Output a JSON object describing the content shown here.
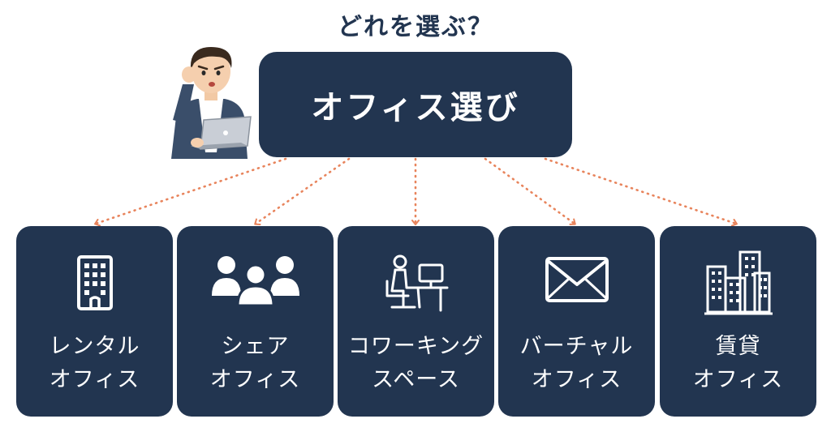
{
  "question": "どれを選ぶ？",
  "main": {
    "label": "オフィス選び"
  },
  "options": [
    {
      "line1": "レンタル",
      "line2": "オフィス",
      "icon": "office-building-icon"
    },
    {
      "line1": "シェア",
      "line2": "オフィス",
      "icon": "people-group-icon"
    },
    {
      "line1": "コワーキング",
      "line2": "スペース",
      "icon": "person-at-computer-icon"
    },
    {
      "line1": "バーチャル",
      "line2": "オフィス",
      "icon": "envelope-icon"
    },
    {
      "line1": "賃貸",
      "line2": "オフィス",
      "icon": "city-buildings-icon"
    }
  ],
  "colors": {
    "box": "#223550",
    "arrow": "#E8845C",
    "text": "#FFFFFF"
  }
}
